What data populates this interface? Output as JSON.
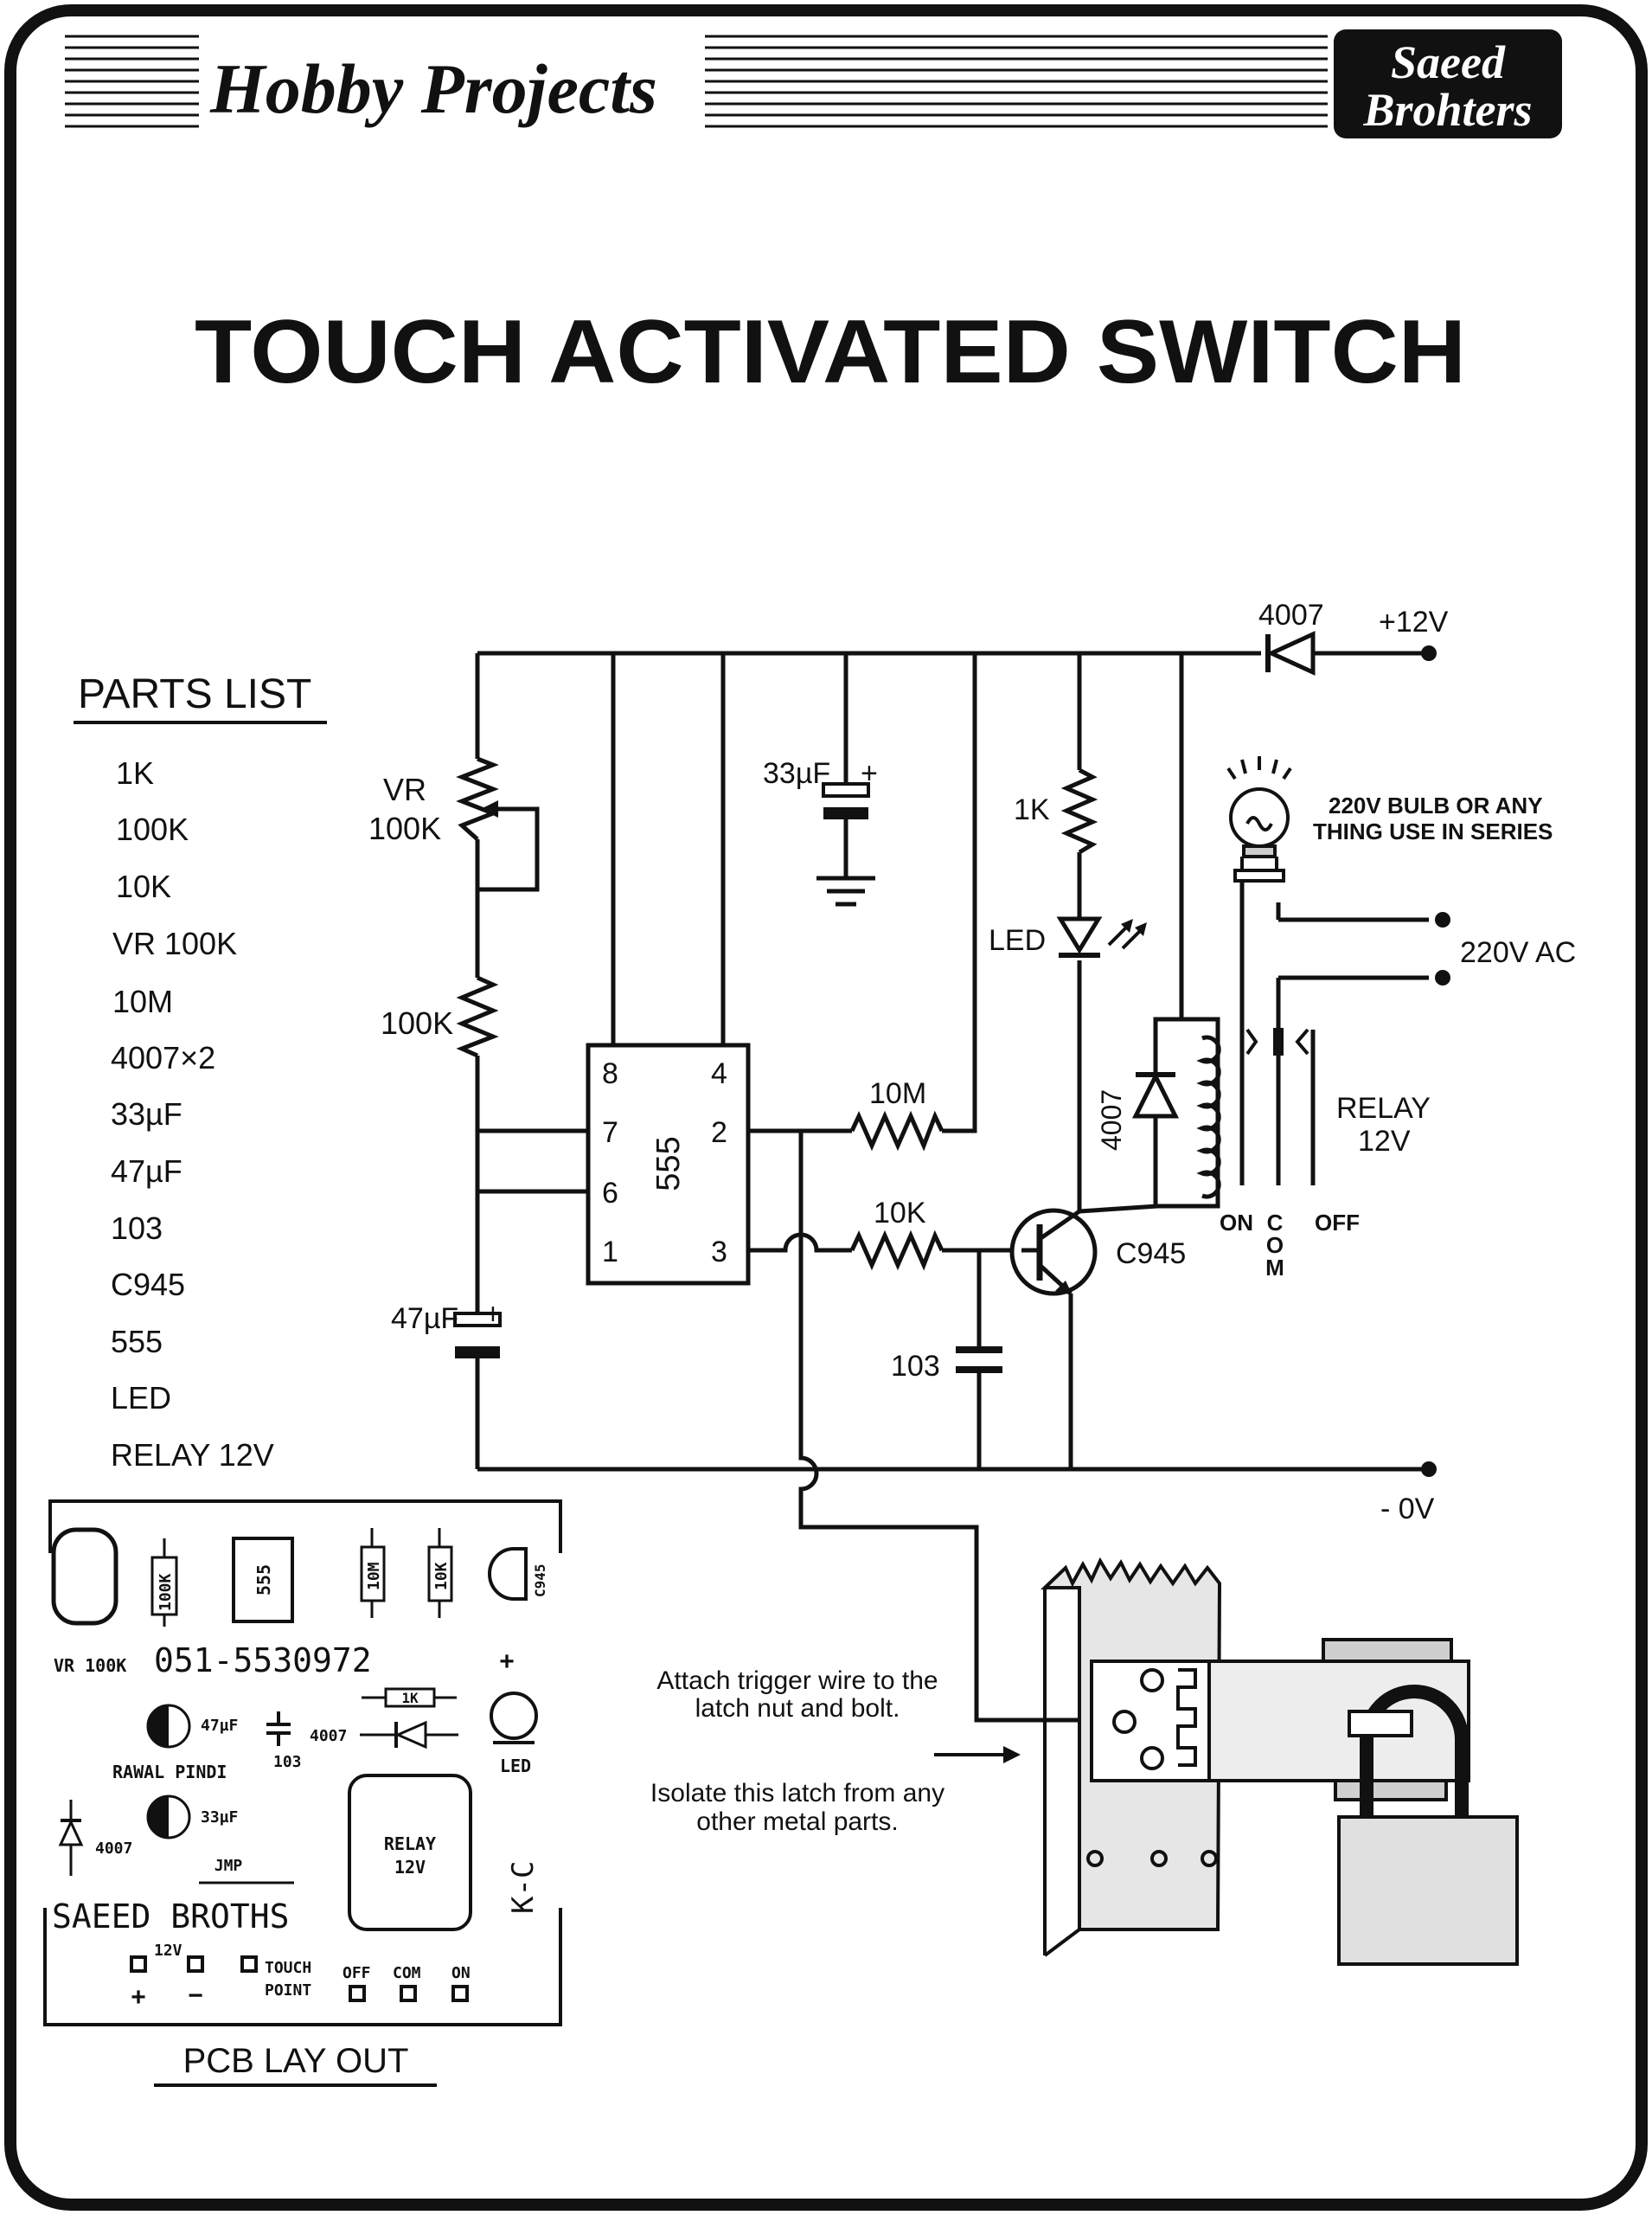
{
  "header": {
    "title": "Hobby Projects",
    "brand_line1": "Saeed",
    "brand_line2": "Brohters"
  },
  "main_title": "TOUCH ACTIVATED SWITCH",
  "parts_list": {
    "heading": "PARTS LIST",
    "items": [
      "1K",
      "100K",
      "10K",
      "VR 100K",
      "10M",
      "4007×2",
      "33µF",
      "47µF",
      "103",
      "C945",
      "555",
      "LED",
      "RELAY 12V"
    ]
  },
  "schematic": {
    "diode_top": "4007",
    "supply_pos": "+12V",
    "supply_neg": "- 0V",
    "vr_line1": "VR",
    "vr_line2": "100K",
    "r_100k": "100K",
    "cap_33": "33µF",
    "cap_47": "47µF",
    "plus": "+",
    "ic_name": "555",
    "ic_pins": [
      "8",
      "4",
      "7",
      "2",
      "6",
      "1",
      "3"
    ],
    "r_10m": "10M",
    "r_10k": "10K",
    "cap_103": "103",
    "r_1k": "1K",
    "led": "LED",
    "diode_relay": "4007",
    "transistor": "C945",
    "bulb_line1": "220V BULB OR ANY",
    "bulb_line2": "THING USE IN SERIES",
    "ac": "220V AC",
    "relay_line1": "RELAY",
    "relay_line2": "12V",
    "contact_on": "ON",
    "contact_com": [
      "C",
      "O",
      "M"
    ],
    "contact_off": "OFF"
  },
  "latch_notes": {
    "attach_line1": "Attach trigger wire to the",
    "attach_line2": "latch nut and bolt.",
    "isolate_line1": "Isolate this latch from any",
    "isolate_line2": "other metal parts."
  },
  "pcb": {
    "phone": "051-5530972",
    "vr": "VR 100K",
    "r_100k": "100K",
    "ic": "555",
    "r_10m": "10M",
    "r_10k": "10K",
    "transistor": "C945",
    "r_1k": "1K",
    "cap_47": "47µF",
    "cap_103": "103",
    "diode_a": "4007",
    "led": "LED",
    "city": "RAWAL PINDI",
    "cap_33": "33µF",
    "diode_b": "4007",
    "jumper": "JMP",
    "relay_line1": "RELAY",
    "relay_line2": "12V",
    "kc": "K-C",
    "brand": "SAEED BROTHS",
    "v12": "12V",
    "touch_line1": "TOUCH",
    "touch_line2": "POINT",
    "off": "OFF",
    "com": "COM",
    "on": "ON",
    "plus": "+",
    "minus": "−",
    "label": "PCB LAY OUT"
  }
}
